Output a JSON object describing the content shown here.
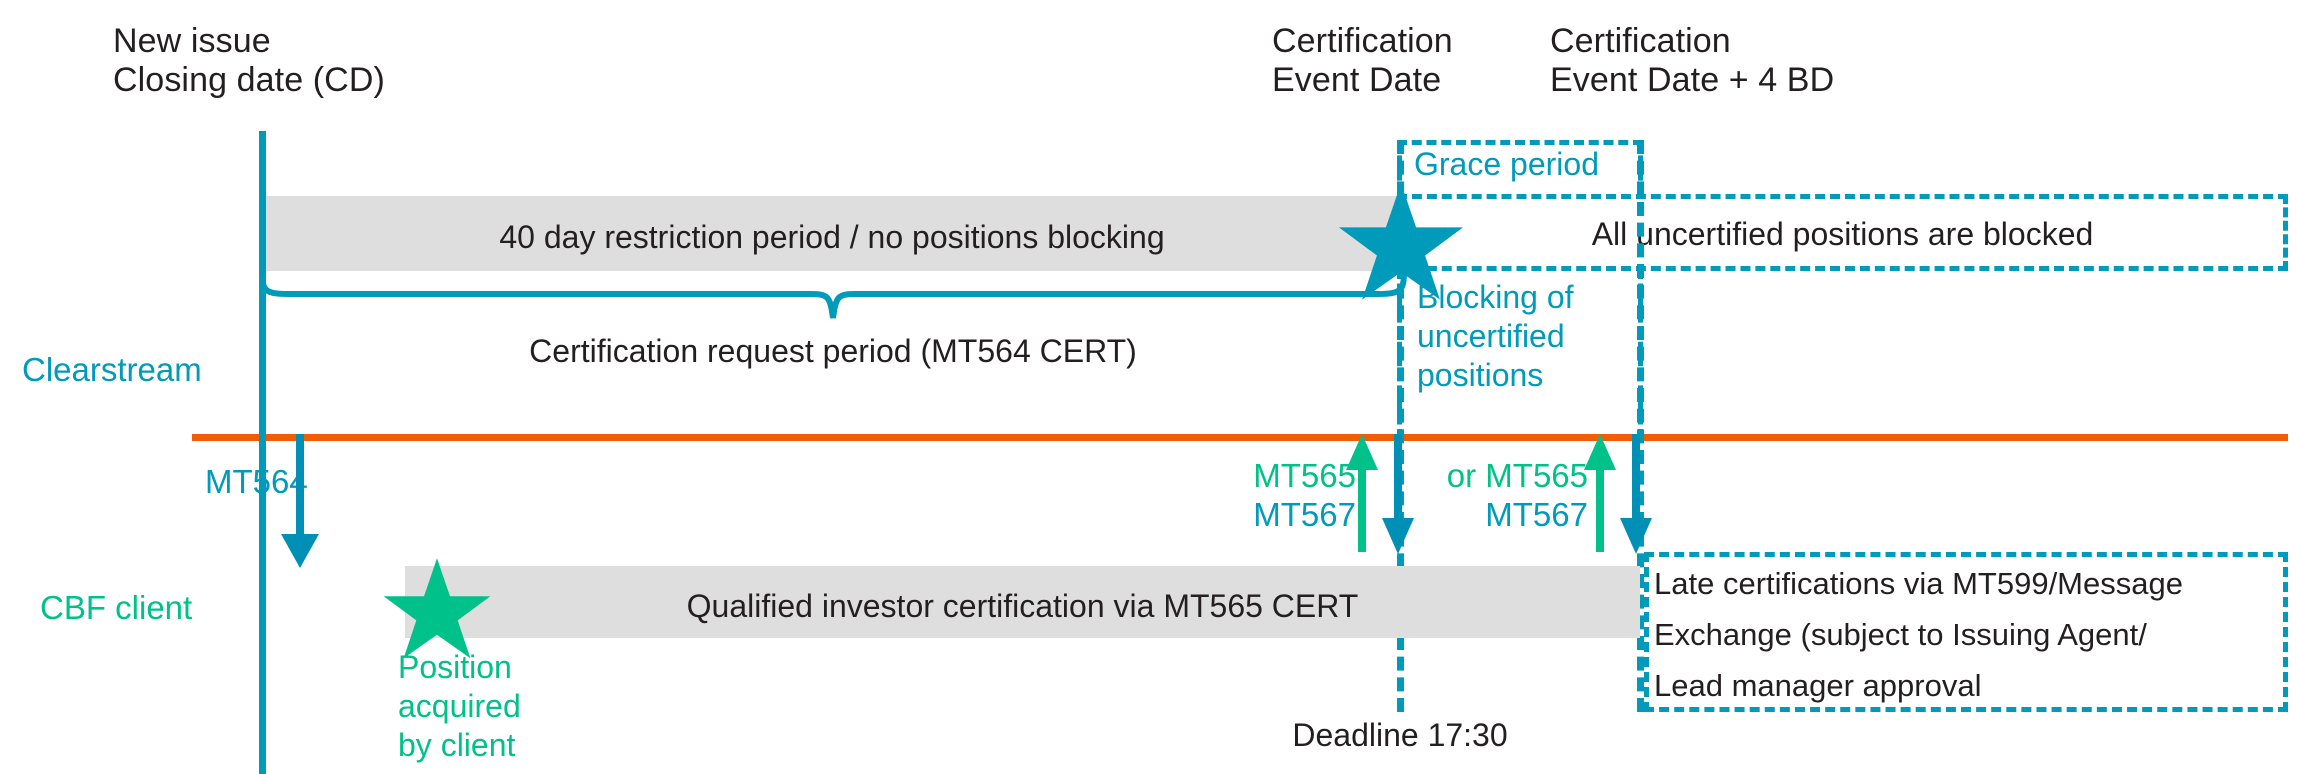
{
  "diagram": {
    "title_labels": {
      "new_issue": "New issue",
      "closing_date": "Closing date (CD)",
      "cert_event": "Certification",
      "cert_event_2": "Event Date",
      "cert_event_bd": "Certification",
      "cert_event_bd_2": "Event Date + 4 BD"
    },
    "lanes": {
      "top": "Clearstream",
      "bottom": "CBF client"
    },
    "bands": {
      "restriction_period": "40 day restriction period / no positions blocking",
      "qualified_investor": "Qualified investor certification via MT565 CERT"
    },
    "brace_label": "Certification request period (MT564 CERT)",
    "boxes": {
      "grace_period": "Grace period",
      "all_blocked": "All uncertified positions are blocked",
      "blocking_uncertified": "Blocking of\nuncertified\npositions",
      "blocking_l1": "Blocking of",
      "blocking_l2": "uncertified",
      "blocking_l3": "positions",
      "late_cert_l1": "Late certifications via MT599/Message",
      "late_cert_l2": "Exchange (subject to Issuing Agent/",
      "late_cert_l3": "Lead manager approval"
    },
    "messages": {
      "mt564": "MT564",
      "mt565_a": "MT565",
      "mt567_a": "MT567",
      "mt565_b": "or MT565",
      "mt567_b": "MT567"
    },
    "star_notes": {
      "position_l1": "Position",
      "position_l2": "acquired",
      "position_l3": "by client"
    },
    "deadline": "Deadline 17:30",
    "colors": {
      "teal": "#009BBA",
      "green": "#00C189",
      "orange": "#F25C05",
      "band_grey": "#DEDEDE",
      "text_dark": "#231F20"
    },
    "icons": {
      "teal_star": "star-icon",
      "green_star": "star-icon",
      "down_arrow": "arrow-down-icon",
      "up_arrow": "arrow-up-icon",
      "brace": "curly-brace-icon"
    }
  }
}
